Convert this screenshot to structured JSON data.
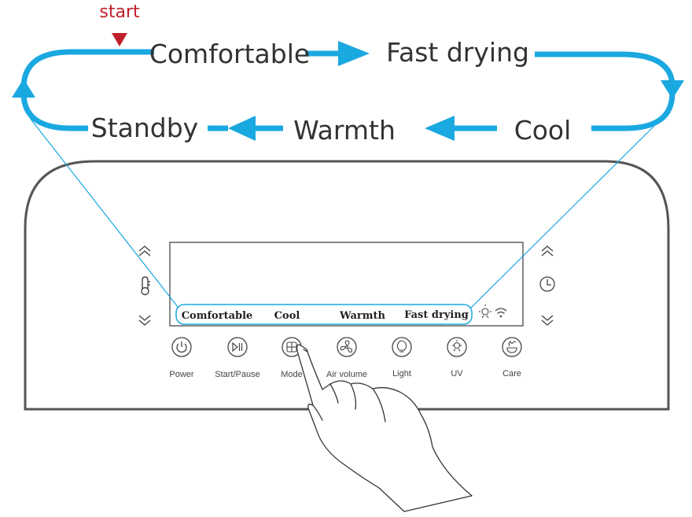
{
  "cycle": {
    "start_label": "start",
    "modes": {
      "comfortable": "Comfortable",
      "fast_drying": "Fast drying",
      "cool": "Cool",
      "warmth": "Warmth",
      "standby": "Standby"
    },
    "accent_color": "#1aa8e0",
    "start_color": "#c0202a"
  },
  "panel": {
    "mode_strip": [
      "Comfortable",
      "Cool",
      "Warmth",
      "Fast drying"
    ],
    "left_controls": [
      "chevron-up-icon",
      "thermometer-icon",
      "chevron-down-icon"
    ],
    "right_controls": [
      "chevron-up-icon",
      "clock-icon",
      "chevron-down-icon"
    ],
    "status_icons": [
      "uv-icon",
      "wifi-icon"
    ]
  },
  "buttons": [
    {
      "label": "Power",
      "icon": "power-icon"
    },
    {
      "label": "Start/Pause",
      "icon": "play-pause-icon"
    },
    {
      "label": "Mode",
      "icon": "mode-icon"
    },
    {
      "label": "Air volume",
      "icon": "fan-icon"
    },
    {
      "label": "Light",
      "icon": "bulb-icon"
    },
    {
      "label": "UV",
      "icon": "uv-icon"
    },
    {
      "label": "Care",
      "icon": "care-icon"
    }
  ]
}
